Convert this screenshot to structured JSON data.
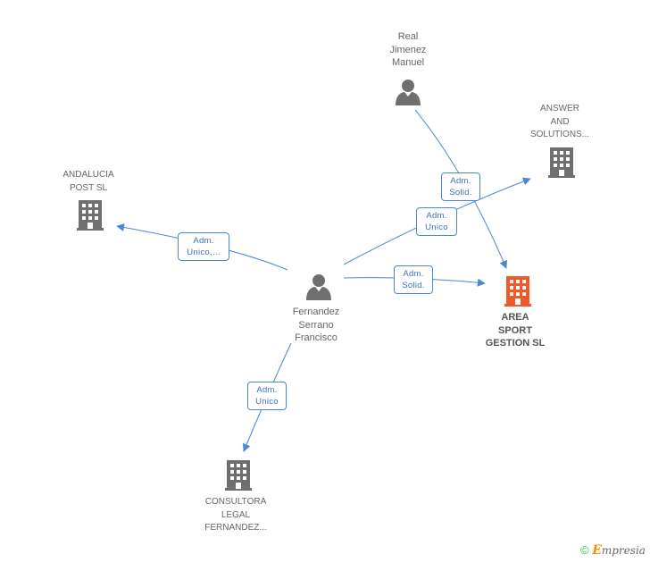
{
  "nodes": {
    "fernandez": {
      "lines": [
        "Fernandez",
        "Serrano",
        "Francisco"
      ],
      "kind": "person"
    },
    "real": {
      "lines": [
        "Real",
        "Jimenez",
        "Manuel"
      ],
      "kind": "person"
    },
    "answer": {
      "lines": [
        "ANSWER",
        "AND",
        "SOLUTIONS..."
      ],
      "kind": "company"
    },
    "andalucia": {
      "lines": [
        "ANDALUCIA",
        "POST SL"
      ],
      "kind": "company"
    },
    "area": {
      "lines": [
        "AREA",
        "SPORT",
        "GESTION SL"
      ],
      "kind": "company-main"
    },
    "consultora": {
      "lines": [
        "CONSULTORA",
        "LEGAL",
        "FERNANDEZ..."
      ],
      "kind": "company"
    }
  },
  "edges": {
    "andalucia": [
      "Adm.",
      "Unico,..."
    ],
    "area": [
      "Adm.",
      "Solid."
    ],
    "answer": [
      "Adm.",
      "Unico"
    ],
    "real_area": [
      "Adm.",
      "Solid."
    ],
    "consultora": [
      "Adm.",
      "Unico"
    ]
  },
  "colors": {
    "edge": "#4a87d6",
    "icon": "#6f6f6f",
    "main_company": "#f05a28"
  },
  "footer": {
    "copyright": "©",
    "brand_initial": "E",
    "brand_rest": "mpresia"
  }
}
